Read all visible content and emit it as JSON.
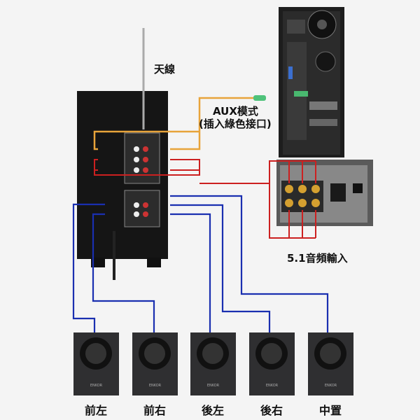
{
  "labels": {
    "antenna": "天線",
    "aux_mode": "AUX模式",
    "aux_hint": "(插入綠色接口)",
    "input_51": "5.1音頻輸入"
  },
  "speakers": [
    {
      "label": "前左",
      "brand": "ENKOR"
    },
    {
      "label": "前右",
      "brand": "ENKOR"
    },
    {
      "label": "後左",
      "brand": "ENKOR"
    },
    {
      "label": "後右",
      "brand": "ENKOR"
    },
    {
      "label": "中置",
      "brand": "ENKOR"
    }
  ],
  "colors": {
    "aux_wire": "#e8a43a",
    "input_wire": "#cc2020",
    "output_wire": "#1a2fb0",
    "aux_plug": "#4fc27a"
  }
}
